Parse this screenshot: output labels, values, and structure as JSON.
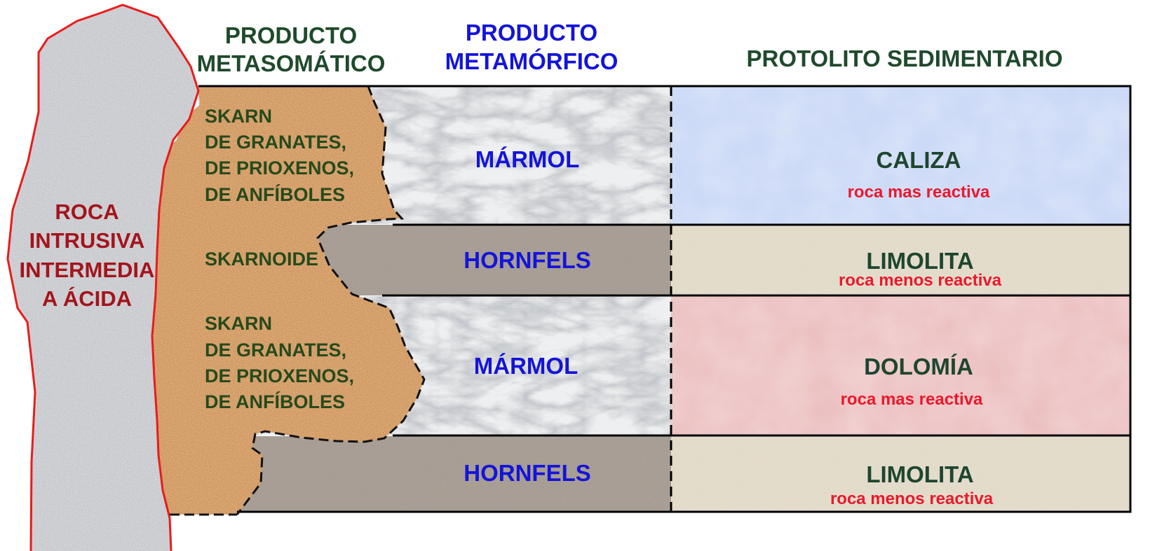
{
  "headers": {
    "metasomatic": [
      "PRODUCTO",
      "METASOMÁTICO"
    ],
    "metamorphic": [
      "PRODUCTO",
      "METAMÓRFICO"
    ],
    "protolith": "PROTOLITO SEDIMENTARIO"
  },
  "intrusive_rock": [
    "ROCA",
    "INTRUSIVA",
    "INTERMEDIA",
    "A ÁCIDA"
  ],
  "metasomatic_products": {
    "skarn_upper": [
      "SKARN",
      "DE GRANATES,",
      "DE PRIOXENOS,",
      "DE ANFÍBOLES"
    ],
    "skarnoide": "SKARNOIDE",
    "skarn_lower": [
      "SKARN",
      "DE GRANATES,",
      "DE PRIOXENOS,",
      "DE ANFÍBOLES"
    ]
  },
  "layers": [
    {
      "metamorphic": "MÁRMOL",
      "protolith": "CALIZA",
      "reactivity": "roca mas reactiva"
    },
    {
      "metamorphic": "HORNFELS",
      "protolith": "LIMOLITA",
      "reactivity": "roca menos  reactiva"
    },
    {
      "metamorphic": "MÁRMOL",
      "protolith": "DOLOMÍA",
      "reactivity": "roca mas reactiva"
    },
    {
      "metamorphic": "HORNFELS",
      "protolith": "LIMOLITA",
      "reactivity": "roca menos reactiva"
    }
  ],
  "colors": {
    "intrusive_outline": "#e81c1c",
    "granite": "#b8bcc2",
    "skarn": "#c8864a",
    "hornfels": "#9a9088",
    "marble": "#eceded",
    "limestone": "#c4d4f4",
    "siltstone": "#e6ddcc",
    "dolomite": "#eab9bb"
  }
}
